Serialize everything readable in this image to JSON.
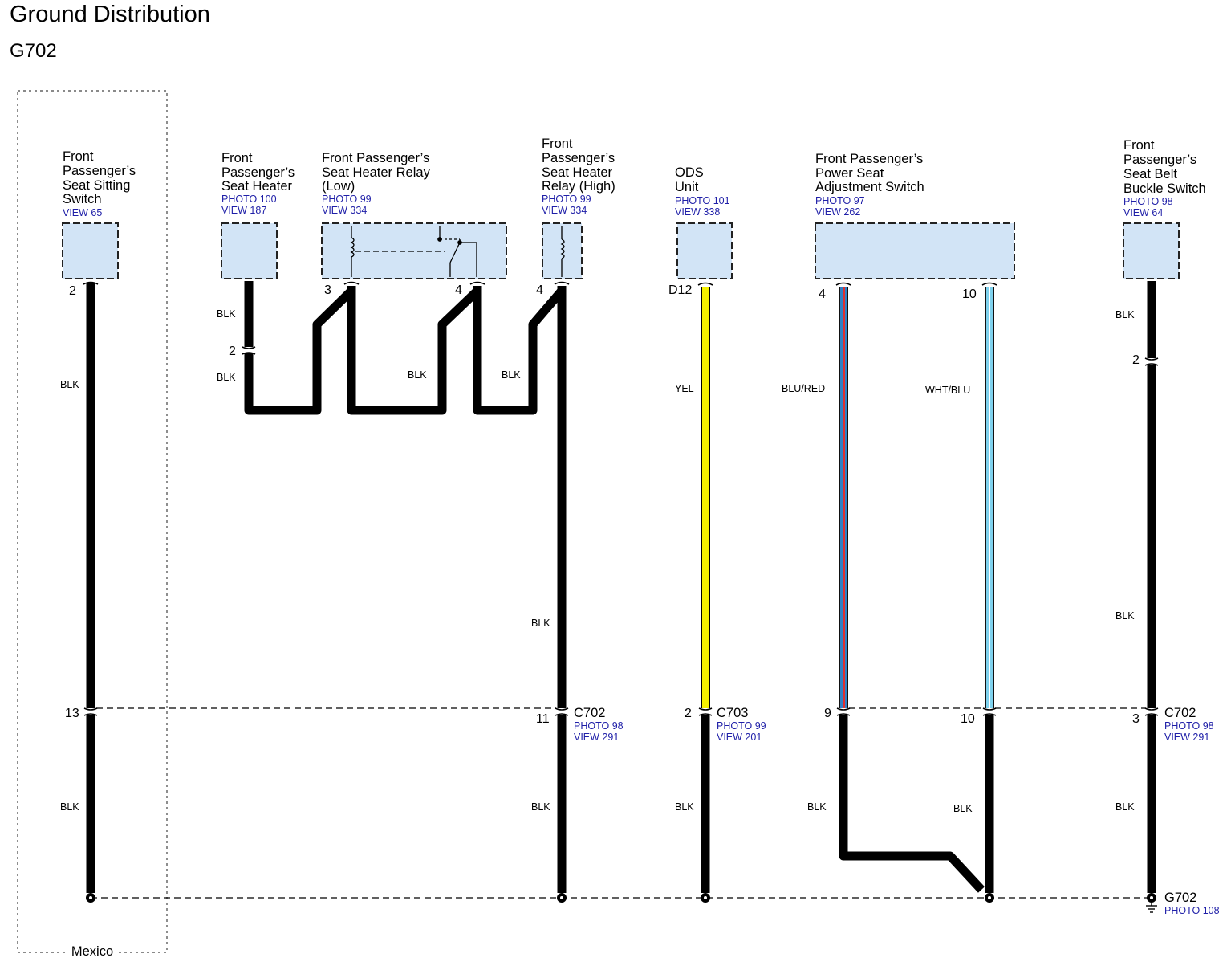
{
  "title": "Ground Distribution",
  "subtitle": "G702",
  "region_label": "Mexico",
  "colors": {
    "box_fill": "#d2e4f6",
    "ref_text": "#1f1fa8",
    "yel": "#f5f000",
    "blu": "#2f7fc4",
    "red": "#e03030",
    "wht_blu": "#7fd2ee"
  },
  "components": {
    "sitting_switch": {
      "name": [
        "Front",
        "Passenger’s",
        "Seat Sitting",
        "Switch"
      ],
      "refs": [
        "VIEW 65"
      ]
    },
    "seat_heater": {
      "name": [
        "Front",
        "Passenger’s",
        "Seat Heater"
      ],
      "refs": [
        "PHOTO 100",
        "VIEW 187"
      ]
    },
    "relay_low": {
      "name": [
        "Front Passenger’s",
        "Seat Heater Relay",
        "(Low)"
      ],
      "refs": [
        "PHOTO 99",
        "VIEW 334"
      ]
    },
    "relay_high": {
      "name": [
        "Front",
        "Passenger’s",
        "Seat Heater",
        "Relay (High)"
      ],
      "refs": [
        "PHOTO 99",
        "VIEW 334"
      ]
    },
    "ods_unit": {
      "name": [
        "ODS",
        "Unit"
      ],
      "refs": [
        "PHOTO 101",
        "VIEW 338"
      ]
    },
    "power_seat_switch": {
      "name": [
        "Front Passenger’s",
        "Power Seat",
        "Adjustment Switch"
      ],
      "refs": [
        "PHOTO 97",
        "VIEW 262"
      ]
    },
    "buckle_switch": {
      "name": [
        "Front",
        "Passenger’s",
        "Seat Belt",
        "Buckle Switch"
      ],
      "refs": [
        "PHOTO 98",
        "VIEW 64"
      ]
    }
  },
  "pins": {
    "sitting_top": "2",
    "heater_top": "2",
    "relay_low_a": "3",
    "relay_low_b": "4",
    "relay_high": "4",
    "ods_top": "D12",
    "power_a": "4",
    "power_b": "10",
    "buckle_inline": "2",
    "c702_13": "13",
    "c702_11": "11",
    "c703_2": "2",
    "c702_9": "9",
    "c702_10": "10",
    "c702_3": "3"
  },
  "wire_labels": {
    "sitting_upper": "BLK",
    "sitting_lower": "BLK",
    "heater_upper": "BLK",
    "heater_lower": "BLK",
    "relay_low_blk": "BLK",
    "relay_high_blk": "BLK",
    "main_upper": "BLK",
    "main_lower": "BLK",
    "ods_upper": "YEL",
    "ods_lower": "BLK",
    "power_a_upper": "BLU/RED",
    "power_b_upper": "WHT/BLU",
    "power_a_lower": "BLK",
    "power_b_lower": "BLK",
    "buckle_upper": "BLK",
    "buckle_mid": "BLK",
    "buckle_lower": "BLK"
  },
  "connectors": {
    "c702_left": {
      "name": "C702",
      "refs": [
        "PHOTO 98",
        "VIEW 291"
      ]
    },
    "c703": {
      "name": "C703",
      "refs": [
        "PHOTO 99",
        "VIEW 201"
      ]
    },
    "c702_right": {
      "name": "C702",
      "refs": [
        "PHOTO 98",
        "VIEW 291"
      ]
    }
  },
  "ground": {
    "name": "G702",
    "refs": [
      "PHOTO 108"
    ]
  }
}
